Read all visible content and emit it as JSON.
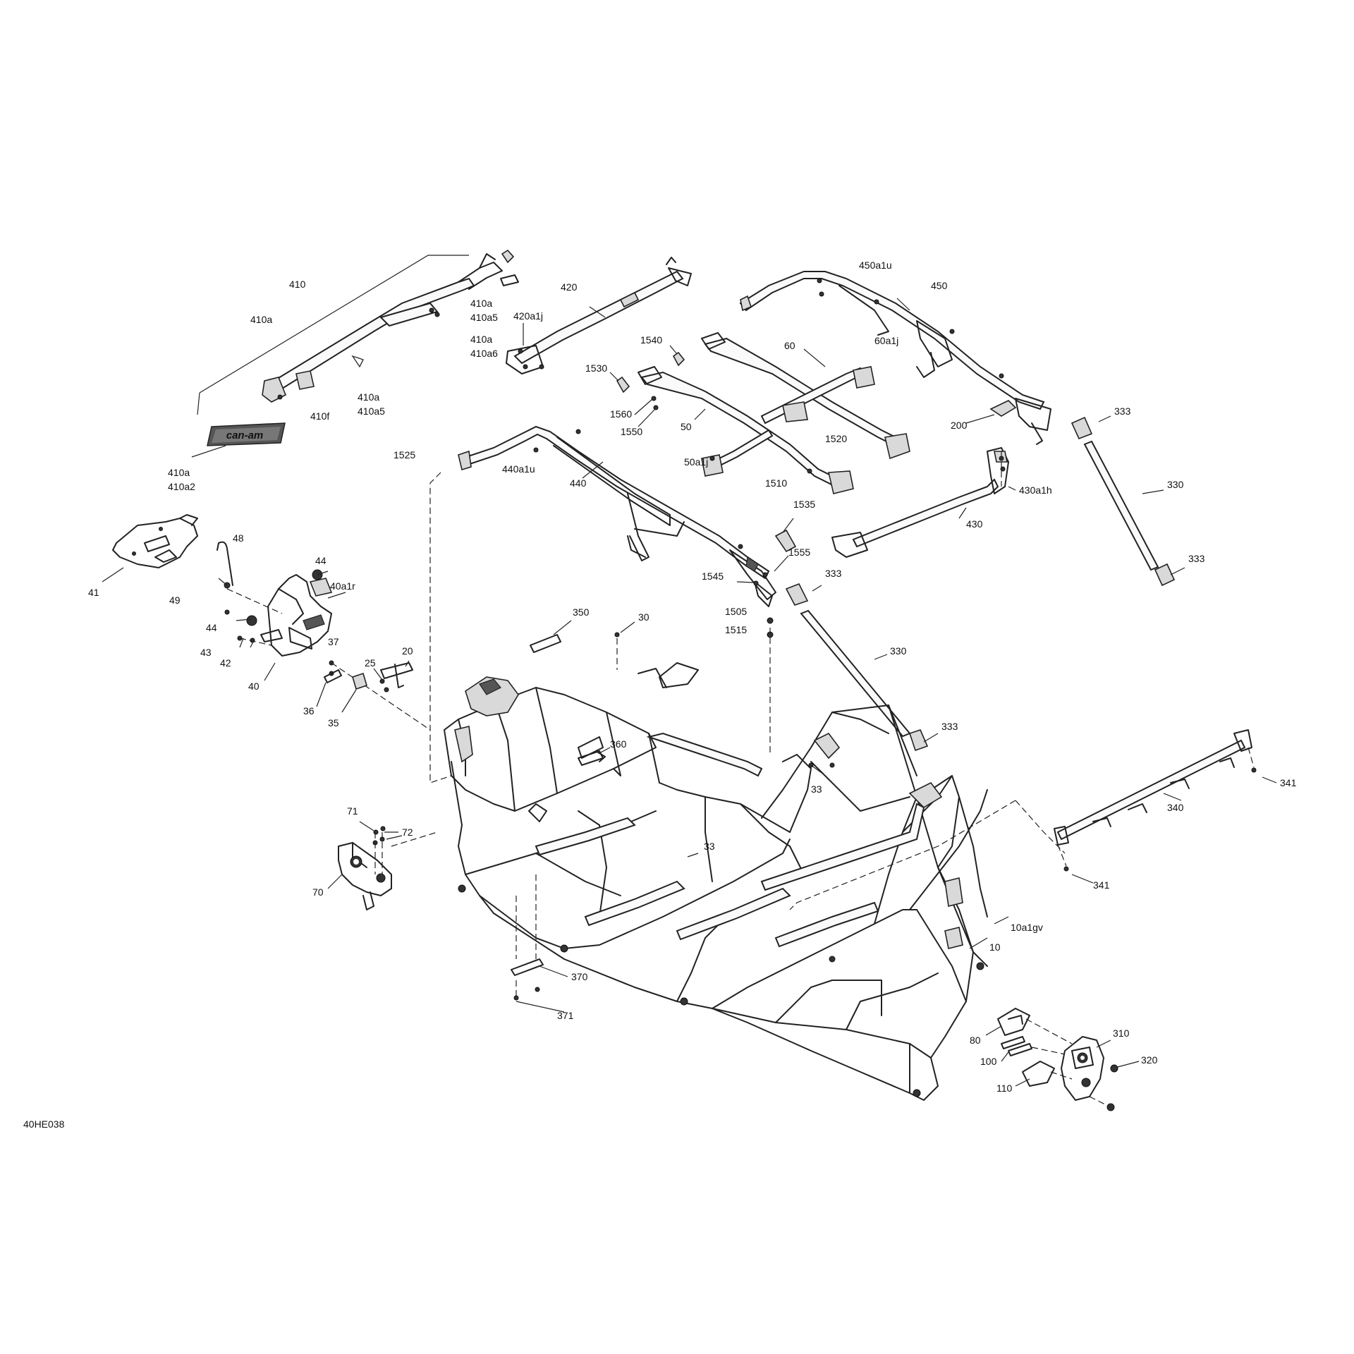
{
  "diagram_code": "40HE038",
  "brand_decal": "can-am",
  "labels": [
    {
      "id": "410",
      "text": "410"
    },
    {
      "id": "410a_top",
      "text": "410a"
    },
    {
      "id": "410a_1",
      "text": "410a"
    },
    {
      "id": "410a5_1",
      "text": "410a5"
    },
    {
      "id": "410a_2",
      "text": "410a"
    },
    {
      "id": "410a6",
      "text": "410a6"
    },
    {
      "id": "410a_3",
      "text": "410a"
    },
    {
      "id": "410a5_2",
      "text": "410a5"
    },
    {
      "id": "410f",
      "text": "410f"
    },
    {
      "id": "410a_4",
      "text": "410a"
    },
    {
      "id": "410a2",
      "text": "410a2"
    },
    {
      "id": "420",
      "text": "420"
    },
    {
      "id": "420a1j",
      "text": "420a1j"
    },
    {
      "id": "450a1u",
      "text": "450a1u"
    },
    {
      "id": "450",
      "text": "450"
    },
    {
      "id": "1540",
      "text": "1540"
    },
    {
      "id": "60",
      "text": "60"
    },
    {
      "id": "60a1j",
      "text": "60a1j"
    },
    {
      "id": "1530",
      "text": "1530"
    },
    {
      "id": "1560",
      "text": "1560"
    },
    {
      "id": "1550",
      "text": "1550"
    },
    {
      "id": "50",
      "text": "50"
    },
    {
      "id": "1520",
      "text": "1520"
    },
    {
      "id": "200",
      "text": "200"
    },
    {
      "id": "333_a",
      "text": "333"
    },
    {
      "id": "1525",
      "text": "1525"
    },
    {
      "id": "440a1u",
      "text": "440a1u"
    },
    {
      "id": "440",
      "text": "440"
    },
    {
      "id": "50a1j",
      "text": "50a1j"
    },
    {
      "id": "1510",
      "text": "1510"
    },
    {
      "id": "430a1h",
      "text": "430a1h"
    },
    {
      "id": "330_a",
      "text": "330"
    },
    {
      "id": "1535",
      "text": "1535"
    },
    {
      "id": "430",
      "text": "430"
    },
    {
      "id": "333_b",
      "text": "333"
    },
    {
      "id": "48",
      "text": "48"
    },
    {
      "id": "44_a",
      "text": "44"
    },
    {
      "id": "40a1r",
      "text": "40a1r"
    },
    {
      "id": "41",
      "text": "41"
    },
    {
      "id": "49",
      "text": "49"
    },
    {
      "id": "1555",
      "text": "1555"
    },
    {
      "id": "333_c",
      "text": "333"
    },
    {
      "id": "1545",
      "text": "1545"
    },
    {
      "id": "44_b",
      "text": "44"
    },
    {
      "id": "350",
      "text": "350"
    },
    {
      "id": "30",
      "text": "30"
    },
    {
      "id": "1505",
      "text": "1505"
    },
    {
      "id": "1515",
      "text": "1515"
    },
    {
      "id": "37",
      "text": "37"
    },
    {
      "id": "43",
      "text": "43"
    },
    {
      "id": "42",
      "text": "42"
    },
    {
      "id": "20",
      "text": "20"
    },
    {
      "id": "25",
      "text": "25"
    },
    {
      "id": "40",
      "text": "40"
    },
    {
      "id": "330_b",
      "text": "330"
    },
    {
      "id": "36",
      "text": "36"
    },
    {
      "id": "35",
      "text": "35"
    },
    {
      "id": "333_d",
      "text": "333"
    },
    {
      "id": "360",
      "text": "360"
    },
    {
      "id": "33_a",
      "text": "33"
    },
    {
      "id": "341_a",
      "text": "341"
    },
    {
      "id": "71",
      "text": "71"
    },
    {
      "id": "72",
      "text": "72"
    },
    {
      "id": "340",
      "text": "340"
    },
    {
      "id": "33_b",
      "text": "33"
    },
    {
      "id": "70",
      "text": "70"
    },
    {
      "id": "341_b",
      "text": "341"
    },
    {
      "id": "10a1gv",
      "text": "10a1gv"
    },
    {
      "id": "10",
      "text": "10"
    },
    {
      "id": "370",
      "text": "370"
    },
    {
      "id": "371",
      "text": "371"
    },
    {
      "id": "310",
      "text": "310"
    },
    {
      "id": "80",
      "text": "80"
    },
    {
      "id": "320",
      "text": "320"
    },
    {
      "id": "100",
      "text": "100"
    },
    {
      "id": "110",
      "text": "110"
    }
  ]
}
